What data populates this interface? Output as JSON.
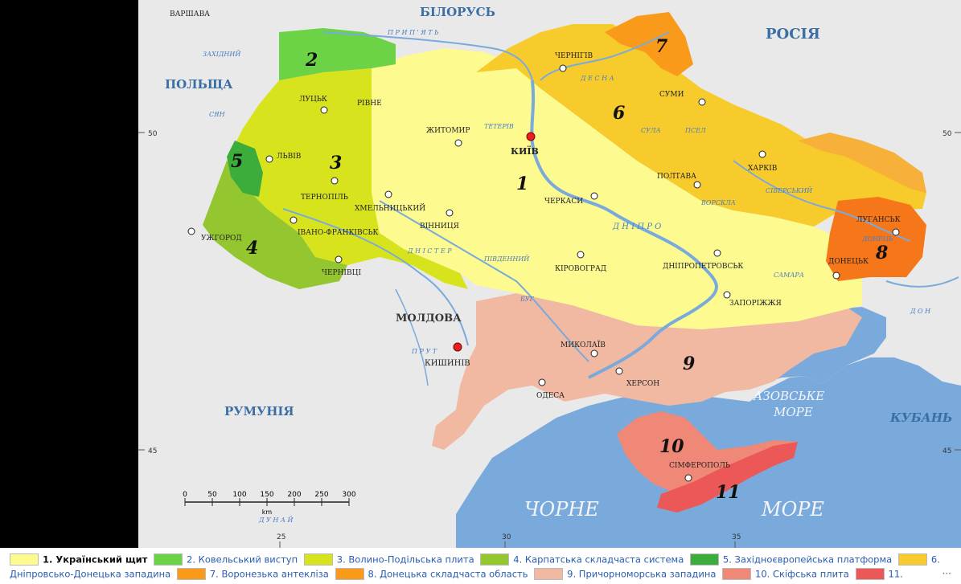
{
  "countries": {
    "belarus": "БІЛОРУСЬ",
    "russia": "РОСІЯ",
    "poland": "ПОЛЬЩА",
    "moldova": "МОЛДОВА",
    "romania": "РУМУНІЯ",
    "kuban": "КУБАНЬ"
  },
  "seas": {
    "black_1": "ЧОРНЕ",
    "black_2": "МОРЕ",
    "azov_1": "АЗОВСЬКЕ",
    "azov_2": "МОРЕ"
  },
  "cities": {
    "warsaw": "ВАРШАВА",
    "lutsk": "ЛУЦЬК",
    "rivne": "РІВНЕ",
    "lviv": "ЛЬВІВ",
    "ternopil": "ТЕРНОПІЛЬ",
    "ivano": "ІВАНО-ФРАНКІВСЬК",
    "uzhhorod": "УЖГОРОД",
    "chernivtsi": "ЧЕРНІВЦІ",
    "khmelnytskyi": "ХМЕЛЬНИЦЬКИЙ",
    "vinnytsia": "ВІННИЦЯ",
    "zhytomyr": "ЖИТОМИР",
    "kyiv": "КИЇВ",
    "chernihiv": "ЧЕРНІГІВ",
    "sumy": "СУМИ",
    "poltava": "ПОЛТАВА",
    "kharkiv": "ХАРКІВ",
    "cherkasy": "ЧЕРКАСИ",
    "kirovohrad": "КІРОВОГРАД",
    "dnipro": "ДНІПРОПЕТРОВСЬК",
    "zaporizhzhia": "ЗАПОРІЖЖЯ",
    "donetsk": "ДОНЕЦЬК",
    "luhansk": "ЛУГАНСЬК",
    "mykolaiv": "МИКОЛАЇВ",
    "kherson": "ХЕРСОН",
    "odesa": "ОДЕСА",
    "simferopol": "СІМФЕРОПОЛЬ",
    "chisinau": "КИШИНІВ"
  },
  "rivers": {
    "prypiat": "П Р И П ' Я Т Ь",
    "desna": "Д Е С Н А",
    "teteriv": "ТЕТЕРІВ",
    "dnipro": "Д Н І П Р О",
    "dnister": "Д Н І С Т Е Р",
    "pivdennyi_buh": "ПІВДЕННИЙ",
    "buh": "БУГ",
    "prut": "П Р У Т",
    "don": "Д О Н",
    "sula": "СУЛА",
    "psel": "ПСЕЛ",
    "vorskla": "ВОРСКЛА",
    "siverskyi": "СІВЕРСЬКИЙ",
    "donets": "ДОНЕЦЬ",
    "zakhidnyi_buh": "ЗАХІДНИЙ",
    "san": "СЯН",
    "samara": "САМАРА",
    "dunai": "Д У Н А Й"
  },
  "zones": [
    "1",
    "2",
    "3",
    "4",
    "5",
    "6",
    "7",
    "8",
    "9",
    "10",
    "11"
  ],
  "coordinates": {
    "lat50": "50",
    "lat45": "45",
    "lon25": "25",
    "lon30": "30",
    "lon35": "35"
  },
  "scale": {
    "ticks": [
      "0",
      "50",
      "100",
      "150",
      "200",
      "250",
      "300"
    ],
    "unit": "km"
  },
  "legend": {
    "items": [
      {
        "label_bold": "1. Український щит",
        "label": "",
        "color": "#fdfa90"
      },
      {
        "label": "2. Ковельський виступ",
        "color": "#6cd246"
      },
      {
        "label": "3. Волино-Подільська плита",
        "color": "#d7e41d"
      },
      {
        "label": "4. Карпатська складчаста система",
        "color": "#93c62f"
      },
      {
        "label": "5. Західноєвропейська платформа",
        "color": "#3cad3a"
      },
      {
        "label": "6.",
        "color": "#f7cb2c"
      }
    ],
    "items_line2": [
      {
        "label": "Дніпровсько-Донецька западина",
        "color": null
      },
      {
        "label": "7. Воронезька антекліза",
        "color": "#f99a1a"
      },
      {
        "label": "8. Донецька складчаста область",
        "color": "#f99a1a"
      },
      {
        "label": "9. Причорноморська западина",
        "color": "#f1b9a2"
      },
      {
        "label": "10. Скіфська плита",
        "color": "#ef8877"
      },
      {
        "label": "11.",
        "color": "#ec5858"
      }
    ],
    "more": "···"
  }
}
